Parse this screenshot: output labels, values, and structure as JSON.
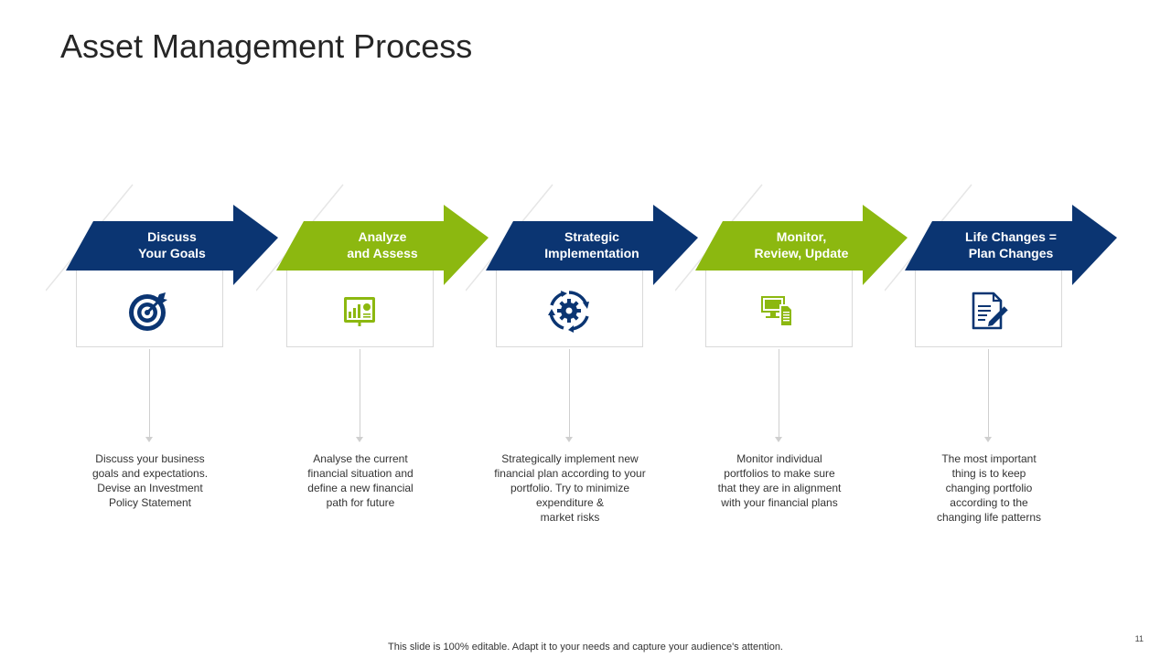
{
  "slide": {
    "title": "Asset Management Process",
    "footer": "This slide is 100% editable. Adapt it to your needs and capture your audience's attention.",
    "page_number": "11"
  },
  "colors": {
    "navy": "#0b3572",
    "green": "#8cb810",
    "border": "#d9d9d9",
    "connector": "#cfcfcf"
  },
  "steps": [
    {
      "label": "Discuss\nYour Goals",
      "icon": "target-icon",
      "color": "#0b3572",
      "description": "Discuss your business\ngoals and expectations.\nDevise an Investment\nPolicy Statement"
    },
    {
      "label": "Analyze\nand Assess",
      "icon": "presentation-chart-icon",
      "color": "#8cb810",
      "description": "Analyse the current\nfinancial situation and\ndefine a new financial\npath for future"
    },
    {
      "label": "Strategic\nImplementation",
      "icon": "gear-cycle-icon",
      "color": "#0b3572",
      "description": "Strategically implement new\nfinancial plan according to your\nportfolio. Try to minimize\nexpenditure &\nmarket risks"
    },
    {
      "label": "Monitor,\nReview, Update",
      "icon": "monitor-document-icon",
      "color": "#8cb810",
      "description": "Monitor individual\nportfolios to make sure\nthat they are in alignment\nwith your financial plans"
    },
    {
      "label": "Life Changes =\nPlan Changes",
      "icon": "document-pen-icon",
      "color": "#0b3572",
      "description": "The most important\nthing is to keep\nchanging portfolio\naccording to the\nchanging life patterns"
    }
  ]
}
